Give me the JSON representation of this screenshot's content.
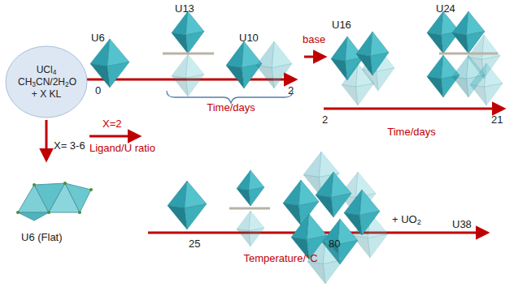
{
  "diagram": {
    "nodes": [
      {
        "text": [
          "UCl4 CH3CN/2H2O + X KL"
        ]
      }
    ],
    "labels": [
      "U6",
      "U13",
      "U10",
      "0",
      "Time/days",
      "2",
      "base",
      "U16",
      "U24",
      "2",
      "Time/days",
      "21",
      "X=2",
      "Ligand/U ratio",
      "X= 3-6",
      "U6 (Flat)",
      "25",
      "Temperature/°C",
      "80",
      "+ UO2",
      "U38"
    ]
  }
}
